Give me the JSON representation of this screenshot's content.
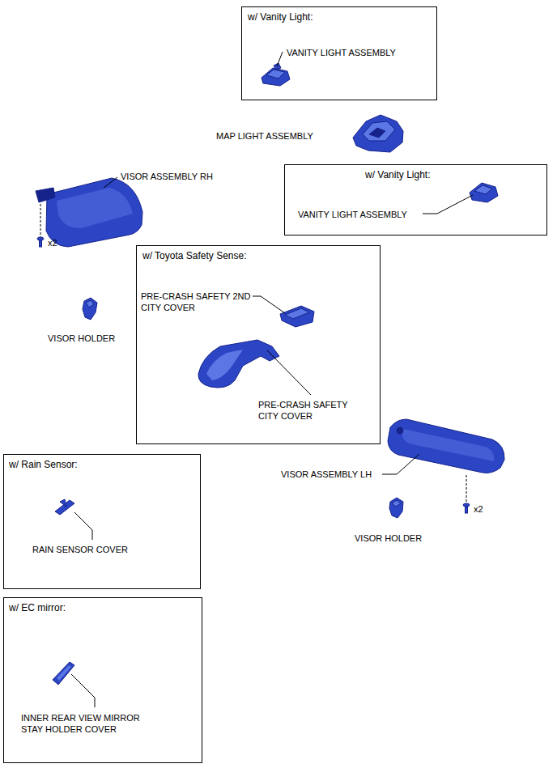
{
  "diagram": {
    "nodes": [
      {
        "text": [
          "w/ Vanity Light:",
          "VANITY LIGHT ASSEMBLY"
        ]
      },
      {
        "text": [
          "w/ Vanity Light:",
          "VANITY LIGHT ASSEMBLY"
        ]
      },
      {
        "text": [
          "w/ Toyota Safety Sense:",
          "PRE-CRASH SAFETY 2ND CITY COVER",
          "PRE-CRASH SAFETY CITY COVER"
        ]
      },
      {
        "text": [
          "w/ Rain Sensor:",
          "RAIN SENSOR COVER"
        ]
      },
      {
        "text": [
          "w/ EC mirror:",
          "INNER REAR VIEW MIRROR STAY HOLDER COVER"
        ]
      }
    ],
    "labels": [
      "MAP LIGHT ASSEMBLY",
      "VISOR ASSEMBLY RH",
      "x2",
      "VISOR HOLDER",
      "VISOR ASSEMBLY LH",
      "x2",
      "VISOR HOLDER"
    ]
  }
}
